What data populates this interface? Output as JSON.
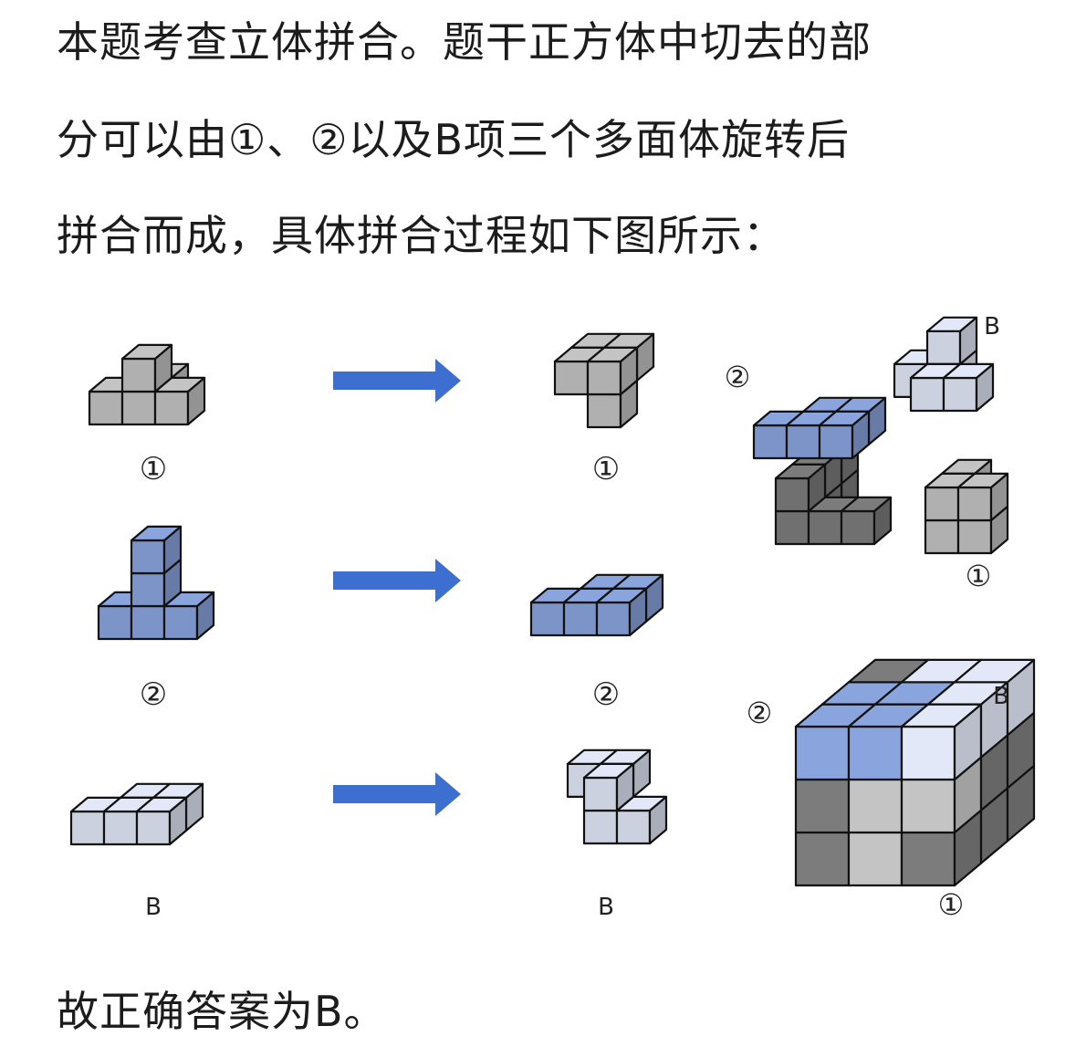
{
  "text": {
    "line1": "本题考查立体拼合。题干正方体中切去的部",
    "line2": "分可以由①、②以及B项三个多面体旋转后",
    "line3": "拼合而成，具体拼合过程如下图所示：",
    "conclusion": "故正确答案为B。"
  },
  "figure": {
    "row1_left_label": "①",
    "row1_right_label": "①",
    "row2_left_label": "②",
    "row2_right_label": "②",
    "row3_left_label": "B",
    "row3_right_label": "B",
    "assembly_top_label_b": "B",
    "assembly_top_label_2": "②",
    "assembly_top_label_1": "①",
    "assembly_bottom_label_2": "②",
    "assembly_bottom_label_b": "B",
    "assembly_bottom_label_1": "①"
  },
  "colors": {
    "piece_1_gray": "#c4c4c4",
    "piece_2_blue": "#8aa4de",
    "piece_b_lightblue": "#e3e8f8",
    "removed_dark": "#7c7c7c",
    "arrow_blue": "#3d6fd0"
  }
}
